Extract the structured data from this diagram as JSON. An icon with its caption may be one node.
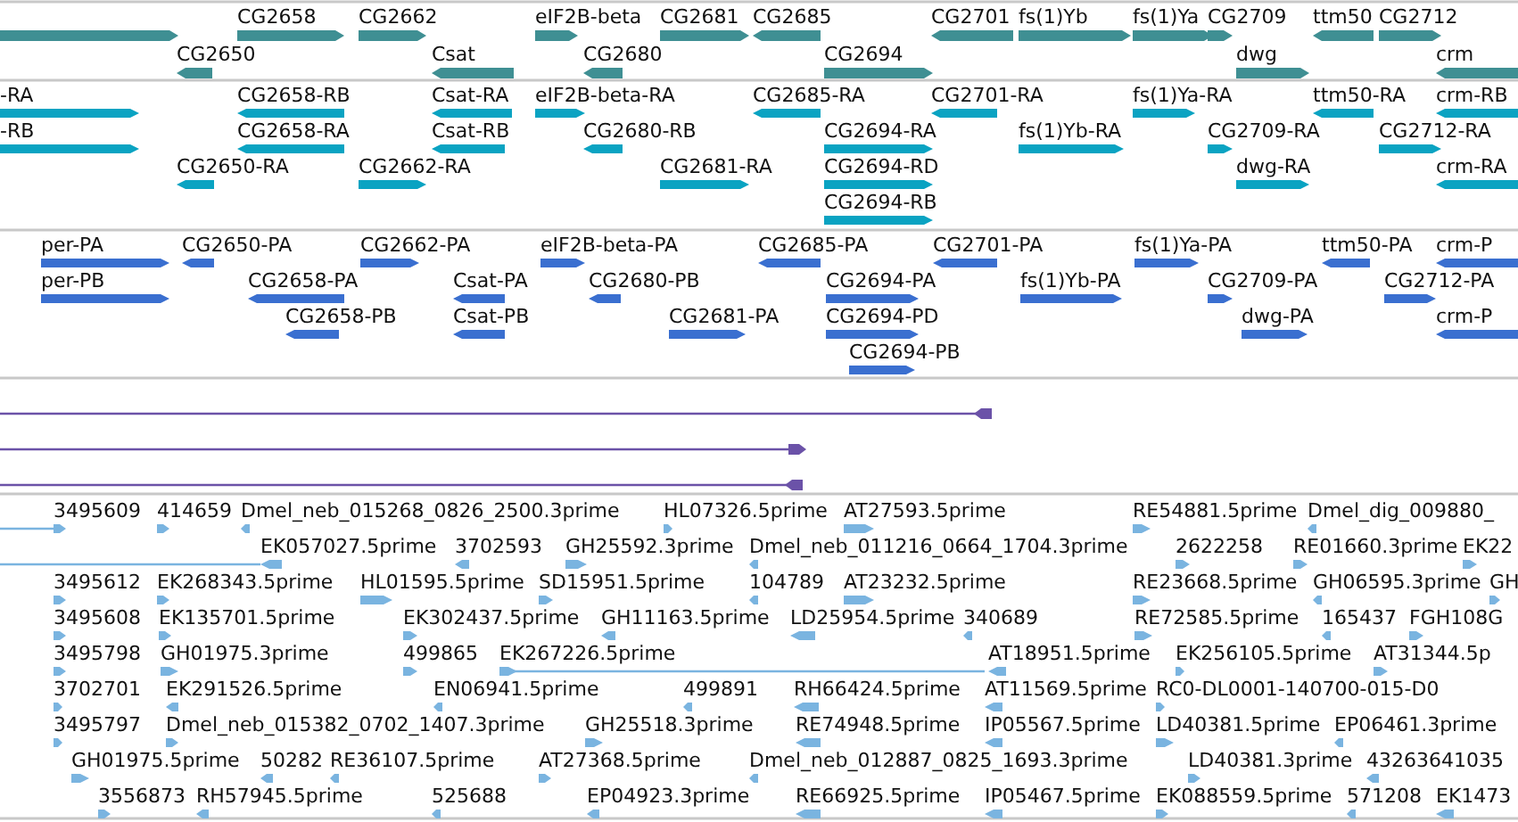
{
  "diagram": {
    "labels": [
      "CG2658",
      "CG2662",
      "eIF2B-beta",
      "CG2681",
      "CG2685",
      "CG2701",
      "fs(1)Yb",
      "fs(1)Ya",
      "CG2709",
      "ttm50",
      "CG2712",
      "CG2650",
      "Csat",
      "CG2680",
      "CG2694",
      "dwg",
      "crm",
      "-RA",
      "CG2658-RB",
      "Csat-RA",
      "eIF2B-beta-RA",
      "CG2685-RA",
      "CG2701-RA",
      "fs(1)Ya-RA",
      "ttm50-RA",
      "crm-RB",
      "-RB",
      "CG2658-RA",
      "Csat-RB",
      "CG2680-RB",
      "CG2694-RA",
      "fs(1)Yb-RA",
      "CG2709-RA",
      "CG2712-RA",
      "CG2650-RA",
      "CG2662-RA",
      "CG2681-RA",
      "CG2694-RD",
      "dwg-RA",
      "crm-RA",
      "CG2694-RB",
      "per-PA",
      "CG2650-PA",
      "CG2662-PA",
      "eIF2B-beta-PA",
      "CG2685-PA",
      "CG2701-PA",
      "fs(1)Ya-PA",
      "ttm50-PA",
      "crm-P",
      "per-PB",
      "CG2658-PA",
      "Csat-PA",
      "CG2680-PB",
      "CG2694-PA",
      "fs(1)Yb-PA",
      "CG2709-PA",
      "CG2712-PA",
      "CG2658-PB",
      "Csat-PB",
      "CG2681-PA",
      "CG2694-PD",
      "dwg-PA",
      "crm-P",
      "CG2694-PB",
      "3495609",
      "414659",
      "Dmel_neb_015268_0826_2500.3prime",
      "HL07326.5prime",
      "AT27593.5prime",
      "RE54881.5prime",
      "Dmel_dig_009880_",
      "EK057027.5prime",
      "3702593",
      "GH25592.3prime",
      "Dmel_neb_011216_0664_1704.3prime",
      "2622258",
      "RE01660.3prime",
      "EK22",
      "3495612",
      "EK268343.5prime",
      "HL01595.5prime",
      "SD15951.5prime",
      "104789",
      "AT23232.5prime",
      "RE23668.5prime",
      "GH06595.3prime",
      "GH",
      "3495608",
      "EK135701.5prime",
      "EK302437.5prime",
      "GH11163.5prime",
      "LD25954.5prime",
      "340689",
      "RE72585.5prime",
      "165437",
      "FGH108G",
      "3495798",
      "GH01975.3prime",
      "499865",
      "EK267226.5prime",
      "AT18951.5prime",
      "EK256105.5prime",
      "AT31344.5p",
      "3702701",
      "EK291526.5prime",
      "EN06941.5prime",
      "499891",
      "RH66424.5prime",
      "AT11569.5prime",
      "RC0-DL0001-140700-015-D0",
      "3495797",
      "Dmel_neb_015382_0702_1407.3prime",
      "GH25518.3prime",
      "RE74948.5prime",
      "IP05567.5prime",
      "LD40381.5prime",
      "EP06461.3prime",
      "GH01975.5prime",
      "50282",
      "RE36107.5prime",
      "AT27368.5prime",
      "Dmel_neb_012887_0825_1693.3prime",
      "LD40381.3prime",
      "43263641035",
      "3556873",
      "RH57945.5prime",
      "525688",
      "EP04923.3prime",
      "RE66925.5prime",
      "IP05467.5prime",
      "EK088559.5prime",
      "571208",
      "EK1473"
    ]
  }
}
